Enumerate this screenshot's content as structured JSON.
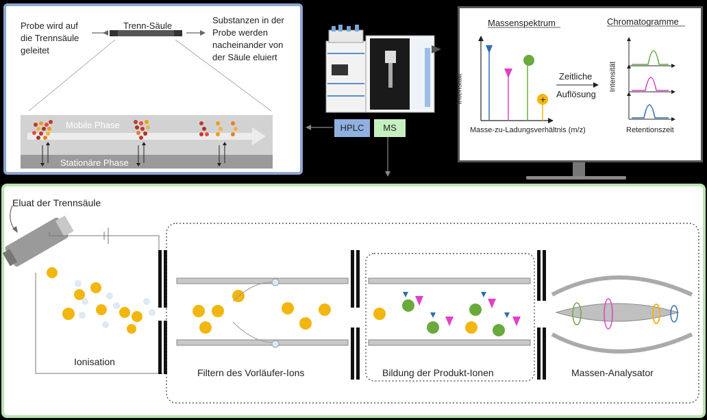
{
  "top_panel": {
    "probe_text": [
      "Probe wird auf",
      "die Trennsäule",
      "geleitet"
    ],
    "column_label": "Trenn-Säule",
    "elution_text": [
      "Substanzen in der",
      "Probe werden",
      "nacheinander von",
      "der Säule eluiert"
    ],
    "mobile_phase": "Mobile Phase",
    "stationary_phase": "Stationäre Phase"
  },
  "instrument": {
    "hplc_label": "HPLC",
    "ms_label": "MS"
  },
  "monitor": {
    "spectrum_title": "Massenspektrum",
    "chromatogram_title": "Chromatogramme",
    "y_label_spectrum": "Intensität",
    "x_label_spectrum": "Masse-zu-Ladungsverhältnis (m/z)",
    "arrow_text": [
      "Zeitliche",
      "Auflösung"
    ],
    "y_label_chrom": "Intensität",
    "x_label_chrom": "Retentionszeit"
  },
  "bottom_panel": {
    "eluate_label": "Eluat der Trennsäule",
    "stage_ionisation": "Ionisation",
    "stage_filter": "Filtern des Vorläufer-Ions",
    "stage_products": "Bildung der Produkt-Ionen",
    "stage_analyzer": "Massen-Analysator"
  },
  "colors": {
    "top_border": "#8fa5d6",
    "bottom_border": "#b9e5b0",
    "hplc_tag": "#8fb0e0",
    "ms_tag": "#c6efc0",
    "ion_yellow": "#f3b60e",
    "green": "#6aaa3a",
    "magenta": "#e040c8",
    "blue": "#2f6fb0"
  }
}
